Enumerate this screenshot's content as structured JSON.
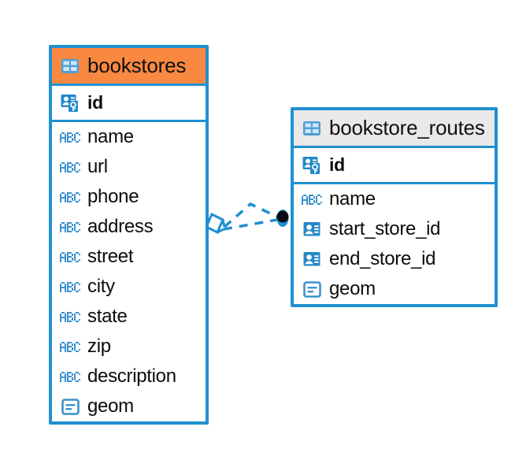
{
  "diagram": {
    "type": "entity-relationship-diagram",
    "background": "#ffffff",
    "accent_blue": "#1f90d0",
    "accent_orange": "#f98841",
    "accent_grey": "#e9e9e9",
    "text_color": "#0c0c0c"
  },
  "entities": [
    {
      "id": "bookstores",
      "title": "bookstores",
      "header_style": "accent-orange",
      "title_icon": "table-grid-icon",
      "fields": [
        {
          "name": "id",
          "icon": "primary-key-icon",
          "key": "primary"
        },
        {
          "name": "name",
          "icon": "abc-text-icon",
          "key": "none"
        },
        {
          "name": "url",
          "icon": "abc-text-icon",
          "key": "none"
        },
        {
          "name": "phone",
          "icon": "abc-text-icon",
          "key": "none"
        },
        {
          "name": "address",
          "icon": "abc-text-icon",
          "key": "none"
        },
        {
          "name": "street",
          "icon": "abc-text-icon",
          "key": "none"
        },
        {
          "name": "city",
          "icon": "abc-text-icon",
          "key": "none"
        },
        {
          "name": "state",
          "icon": "abc-text-icon",
          "key": "none"
        },
        {
          "name": "zip",
          "icon": "abc-text-icon",
          "key": "none"
        },
        {
          "name": "description",
          "icon": "abc-text-icon",
          "key": "none"
        },
        {
          "name": "geom",
          "icon": "geometry-blob-icon",
          "key": "none"
        }
      ]
    },
    {
      "id": "bookstore_routes",
      "title": "bookstore_routes",
      "header_style": "accent-grey",
      "title_icon": "table-grid-icon",
      "fields": [
        {
          "name": "id",
          "icon": "primary-key-icon",
          "key": "primary"
        },
        {
          "name": "name",
          "icon": "abc-text-icon",
          "key": "none"
        },
        {
          "name": "start_store_id",
          "icon": "foreign-key-icon",
          "key": "foreign"
        },
        {
          "name": "end_store_id",
          "icon": "foreign-key-icon",
          "key": "foreign"
        },
        {
          "name": "geom",
          "icon": "geometry-blob-icon",
          "key": "none"
        }
      ]
    }
  ],
  "relationships": [
    {
      "id": "rel-start-store",
      "from": "bookstore_routes.start_store_id",
      "to": "bookstores.id",
      "line_style": "dashed",
      "source_marker": "filled-circle",
      "target_marker": "crows-foot-diamond"
    },
    {
      "id": "rel-end-store",
      "from": "bookstore_routes.end_store_id",
      "to": "bookstores.id",
      "line_style": "dashed",
      "source_marker": "filled-circle",
      "target_marker": "crows-foot-diamond"
    }
  ]
}
